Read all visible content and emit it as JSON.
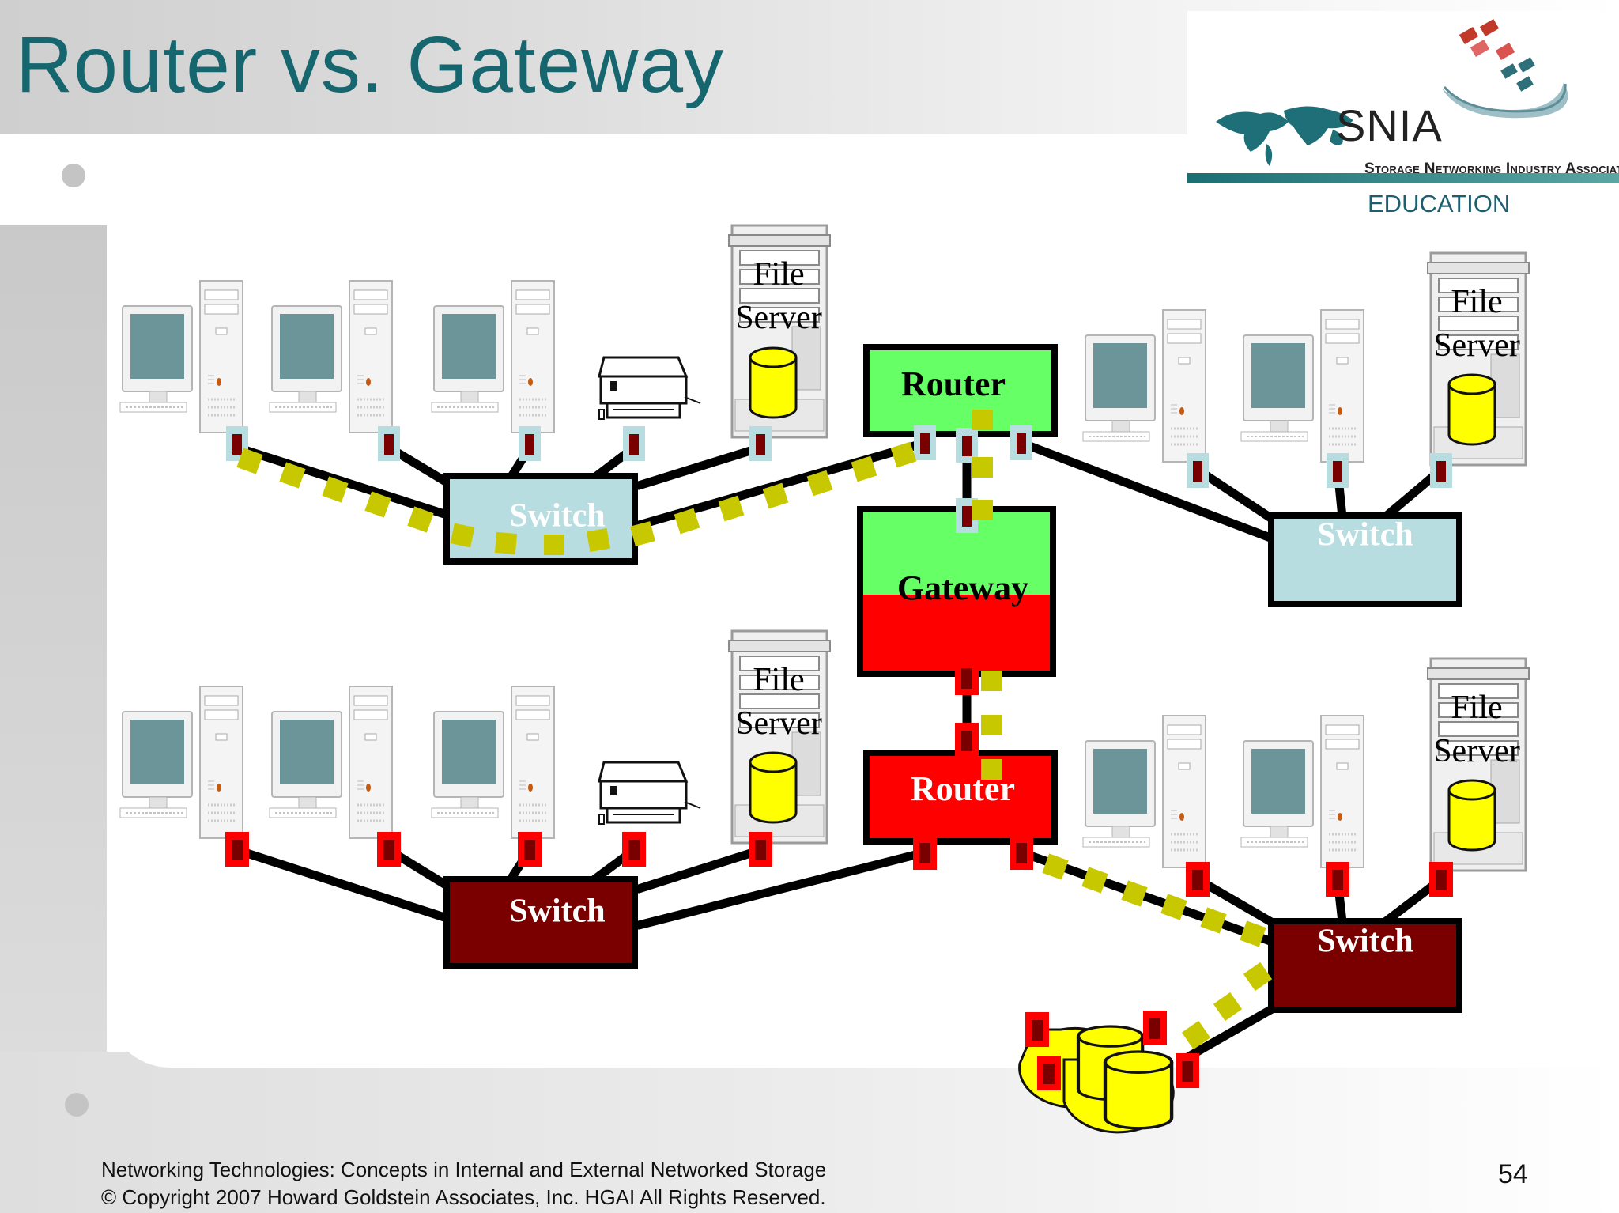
{
  "slide": {
    "title": "Router vs. Gateway",
    "page_number": "54",
    "footer_line1": "Networking Technologies: Concepts in Internal and External Networked Storage",
    "footer_line2": "© Copyright 2007 Howard Goldstein Associates, Inc. HGAI All Rights Reserved."
  },
  "logo": {
    "name": "SNIA",
    "subtitle": "Storage Networking Industry Association",
    "tagline": "EDUCATION"
  },
  "diagram": {
    "router_top": "Router",
    "gateway": "Gateway",
    "router_bottom": "Router",
    "switch_top_left": "Switch",
    "switch_top_right": "Switch",
    "switch_bottom_left": "Switch",
    "switch_bottom_right": "Switch",
    "file_server_word1": "File",
    "file_server_word2": "Server",
    "colors": {
      "lan_a_switch": "#b8dde0",
      "lan_b_switch": "#7a0000",
      "router_top": "#66ff66",
      "router_bottom": "#ff0000",
      "gateway_top": "#66ff66",
      "gateway_bottom": "#ff0000",
      "packet_path": "#c8c800",
      "disk": "#ffff00"
    }
  }
}
